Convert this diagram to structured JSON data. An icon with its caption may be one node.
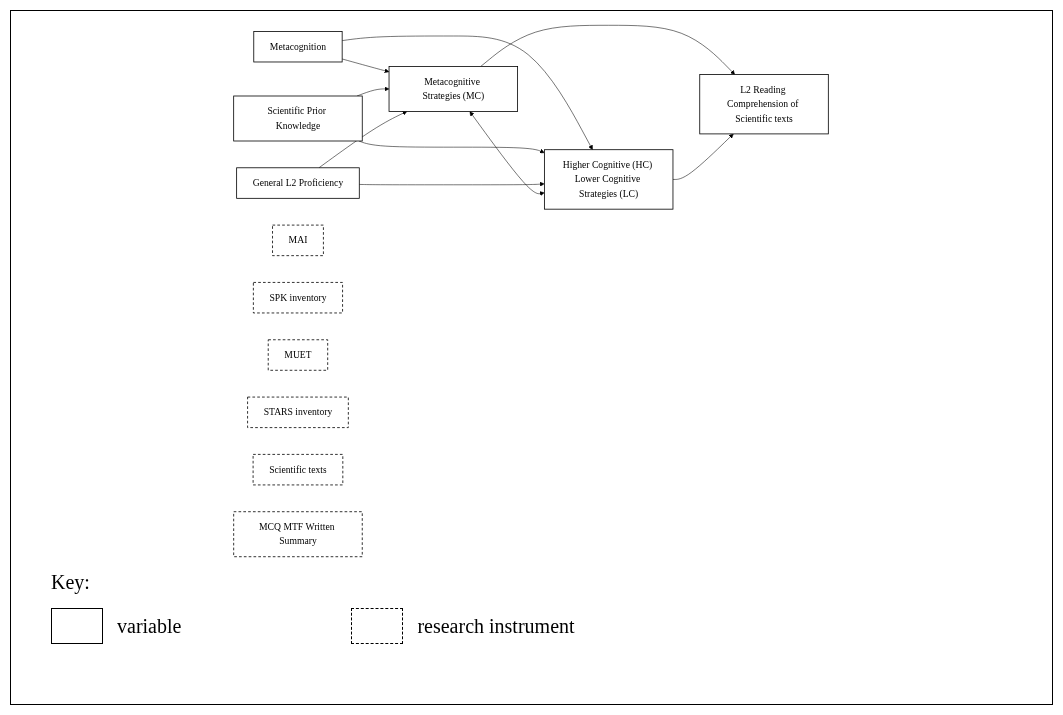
{
  "diagram": {
    "nodes": [
      {
        "text": [
          "Metacognition"
        ]
      },
      {
        "text": [
          "MAI"
        ]
      },
      {
        "text": [
          "Scientific Prior Knowledge"
        ]
      },
      {
        "text": [
          "SPK inventory"
        ]
      },
      {
        "text": [
          "General L2 Proficiency"
        ]
      },
      {
        "text": [
          "MUET"
        ]
      },
      {
        "text": [
          "Metacognitive Strategies (MC)"
        ]
      },
      {
        "text": [
          "Higher Cognitive (HC) Lower Cognitive Strategies (LC)"
        ]
      },
      {
        "text": [
          "STARS inventory"
        ]
      },
      {
        "text": [
          "L2 Reading Comprehension of Scientific texts"
        ]
      },
      {
        "text": [
          "Scientific texts"
        ]
      },
      {
        "text": [
          "MCQ MTF Written Summary"
        ]
      }
    ],
    "edges": [
      {
        "from": 0,
        "to": 6,
        "arrow": "to"
      },
      {
        "from": 0,
        "to": 7,
        "arrow": "to"
      },
      {
        "from": 2,
        "to": 6,
        "arrow": "to"
      },
      {
        "from": 2,
        "to": 7,
        "arrow": "to"
      },
      {
        "from": 4,
        "to": 6,
        "arrow": "to"
      },
      {
        "from": 4,
        "to": 7,
        "arrow": "to"
      },
      {
        "from": 6,
        "to": 7,
        "arrow": "both"
      },
      {
        "from": 6,
        "to": 9,
        "arrow": "to"
      },
      {
        "from": 7,
        "to": 9,
        "arrow": "to"
      }
    ],
    "labels": [
      "Key:"
    ],
    "legend": [
      {
        "text": "variable"
      },
      {
        "text": "research instrument"
      }
    ]
  }
}
